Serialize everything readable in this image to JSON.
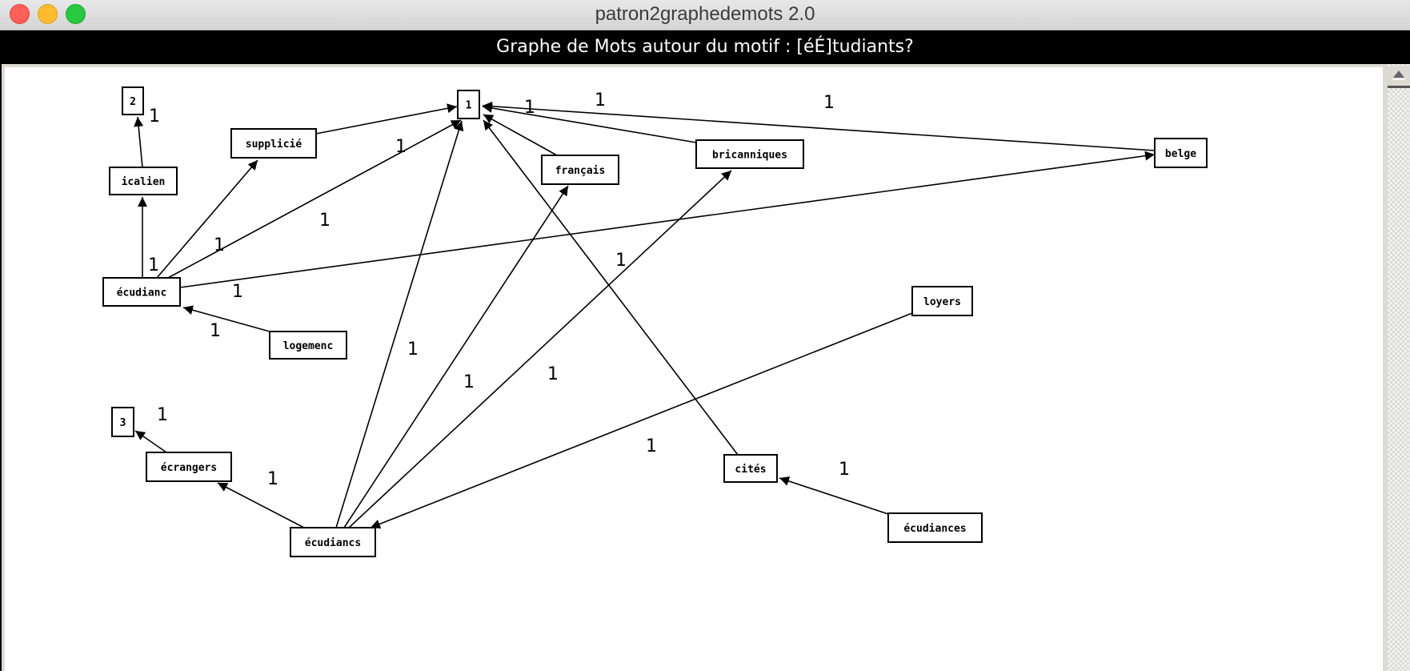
{
  "window": {
    "title": "patron2graphedemots 2.0",
    "buttons": [
      "close",
      "minimize",
      "maximize"
    ]
  },
  "header": {
    "text": "Graphe de Mots autour du motif : [éÉ]tudiants?"
  },
  "graph": {
    "nodes": [
      {
        "id": "n1",
        "label": "1"
      },
      {
        "id": "n2",
        "label": "2"
      },
      {
        "id": "n3",
        "label": "3"
      },
      {
        "id": "italien",
        "label": "icalien"
      },
      {
        "id": "supplicie",
        "label": "supplicié"
      },
      {
        "id": "francais",
        "label": "français"
      },
      {
        "id": "britanniques",
        "label": "bricanniques"
      },
      {
        "id": "belge",
        "label": "belge"
      },
      {
        "id": "etudiant",
        "label": "écudianc"
      },
      {
        "id": "logement",
        "label": "logemenc"
      },
      {
        "id": "loyers",
        "label": "loyers"
      },
      {
        "id": "etrangers",
        "label": "écrangers"
      },
      {
        "id": "etudiants",
        "label": "écudiancs"
      },
      {
        "id": "cites",
        "label": "cités"
      },
      {
        "id": "etudiantes",
        "label": "écudiances"
      }
    ],
    "edges": [
      {
        "from": "italien",
        "to": "n2",
        "weight": "1"
      },
      {
        "from": "etudiant",
        "to": "italien",
        "weight": "1"
      },
      {
        "from": "etudiant",
        "to": "supplicie",
        "weight": "1"
      },
      {
        "from": "etudiant",
        "to": "n1",
        "weight": "1"
      },
      {
        "from": "etudiant",
        "to": "belge",
        "weight": "1"
      },
      {
        "from": "logement",
        "to": "etudiant",
        "weight": "1"
      },
      {
        "from": "supplicie",
        "to": "n1",
        "weight": "1"
      },
      {
        "from": "francais",
        "to": "n1",
        "weight": "1"
      },
      {
        "from": "britanniques",
        "to": "n1",
        "weight": "1"
      },
      {
        "from": "belge",
        "to": "n1",
        "weight": "1"
      },
      {
        "from": "etudiants",
        "to": "n1",
        "weight": "1"
      },
      {
        "from": "etudiants",
        "to": "francais",
        "weight": "1"
      },
      {
        "from": "etudiants",
        "to": "britanniques",
        "weight": "1"
      },
      {
        "from": "etudiants",
        "to": "etrangers",
        "weight": "1"
      },
      {
        "from": "loyers",
        "to": "etudiants",
        "weight": "1"
      },
      {
        "from": "etrangers",
        "to": "n3",
        "weight": "1"
      },
      {
        "from": "cites",
        "to": "n1",
        "weight": "1"
      },
      {
        "from": "etudiantes",
        "to": "cites",
        "weight": "1"
      }
    ]
  },
  "scrollbar": {
    "up_arrow": "scroll-up-arrow-icon"
  }
}
